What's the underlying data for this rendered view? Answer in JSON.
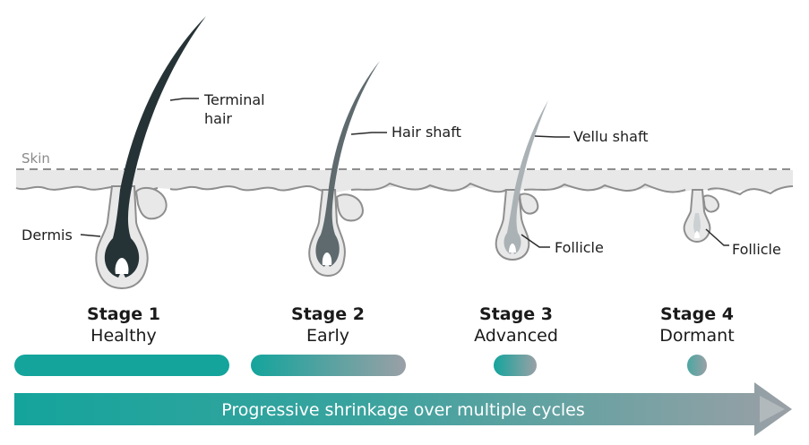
{
  "diagram": {
    "labels": {
      "skin": "Skin",
      "dermis": "Dermis",
      "terminal_hair_line1": "Terminal",
      "terminal_hair_line2": "hair",
      "hair_shaft": "Hair shaft",
      "vellu_shaft": "Vellu shaft",
      "follicle_stage3": "Follicle",
      "follicle_stage4": "Follicle"
    },
    "stages": [
      {
        "number": "Stage 1",
        "name": "Healthy",
        "bar_level": 1.0
      },
      {
        "number": "Stage 2",
        "name": "Early",
        "bar_level": 0.72
      },
      {
        "number": "Stage 3",
        "name": "Advanced",
        "bar_level": 0.2
      },
      {
        "number": "Stage 4",
        "name": "Dormant",
        "bar_level": 0.09
      }
    ],
    "arrow_text": "Progressive shrinkage over multiple cycles",
    "colors": {
      "teal": "#14a49c",
      "gray": "#9aa0a6",
      "skin_fill": "#e8e8e8",
      "skin_outline": "#8e8e8e",
      "hair_dark": "#263336",
      "hair_mid": "#5e6a6e",
      "hair_light": "#aab2b5",
      "hair_faint": "#cbd1d3"
    }
  }
}
